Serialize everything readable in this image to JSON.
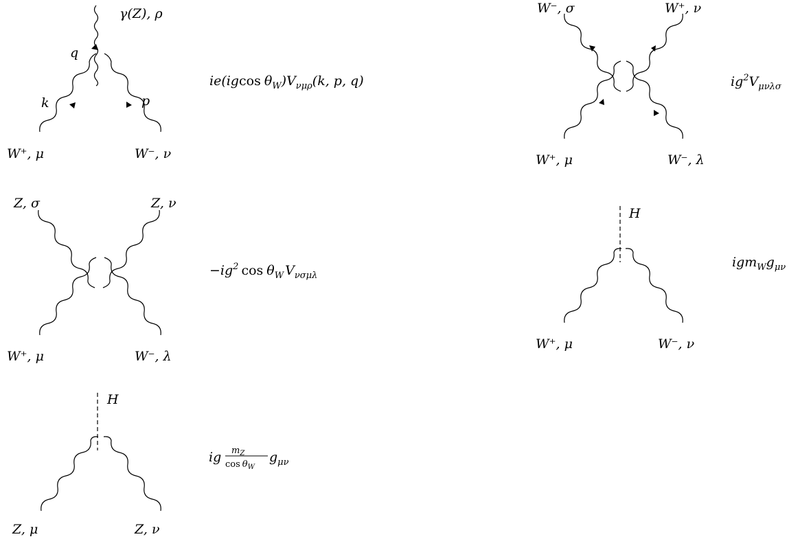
{
  "diagrams": [
    {
      "id": "wwgamma",
      "labels": {
        "top": "γ(Z), ρ",
        "q": "q",
        "k": "k",
        "p": "p",
        "bottom_left": "W⁺, μ",
        "bottom_right": "W⁻, ν"
      },
      "rule": "ie(ig cos θ_W)V_νμρ(k, p, q)"
    },
    {
      "id": "wwww",
      "labels": {
        "top_left": "W⁻, σ",
        "top_right": "W⁺, ν",
        "bottom_left": "W⁺, μ",
        "bottom_right": "W⁻, λ"
      },
      "rule": "ig²V_μνλσ"
    },
    {
      "id": "zzww",
      "labels": {
        "top_left": "Z, σ",
        "top_right": "Z, ν",
        "bottom_left": "W⁺, μ",
        "bottom_right": "W⁻, λ"
      },
      "rule": "−ig² cos θ_W V_νσμλ"
    },
    {
      "id": "hww",
      "labels": {
        "top": "H",
        "bottom_left": "W⁺, μ",
        "bottom_right": "W⁻, ν"
      },
      "rule": "igm_W g_μν"
    },
    {
      "id": "hzz",
      "labels": {
        "top": "H",
        "bottom_left": "Z, μ",
        "bottom_right": "Z, ν"
      },
      "rule": "ig (m_Z / cos θ_W) g_μν"
    }
  ]
}
